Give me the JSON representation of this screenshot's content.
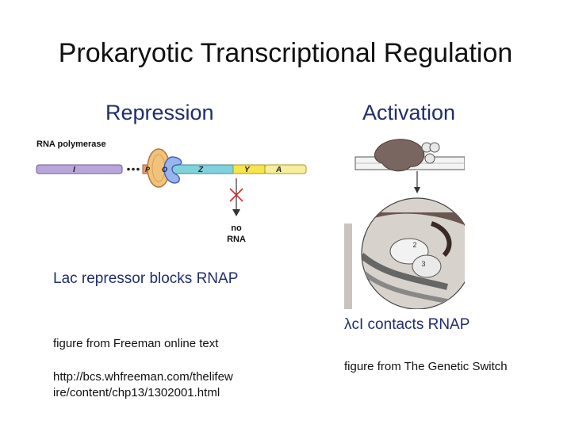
{
  "slide": {
    "title": "Prokaryotic Transcriptional Regulation",
    "repression": {
      "heading": "Repression",
      "figure": {
        "rna_polymerase_label": "RNA polymerase",
        "gene_i": "I",
        "gene_p": "P",
        "gene_o": "O",
        "gene_z": "Z",
        "gene_y": "Y",
        "gene_a": "A",
        "no_rna_line1": "no",
        "no_rna_line2": "RNA"
      },
      "caption": "Lac repressor blocks RNAP",
      "source_line": "figure from Freeman online text",
      "url_line1": "http://bcs.whfreeman.com/thelifew",
      "url_line2": "ire/content/chp13/1302001.html"
    },
    "activation": {
      "heading": "Activation",
      "figure": {
        "circle_label_2": "2",
        "circle_label_3": "3"
      },
      "caption": "λcI contacts RNAP",
      "source_line": "figure from The Genetic Switch"
    }
  }
}
